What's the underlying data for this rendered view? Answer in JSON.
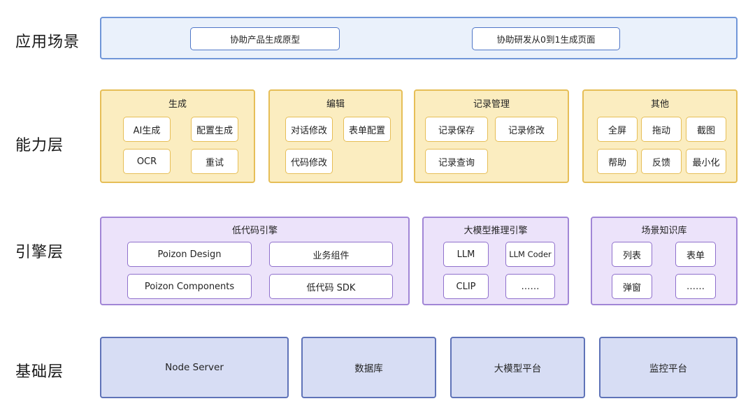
{
  "rows": {
    "app": "应用场景",
    "capability": "能力层",
    "engine": "引擎层",
    "foundation": "基础层"
  },
  "app_scenarios": [
    "协助产品生成原型",
    "协助研发从0到1生成页面"
  ],
  "capability_groups": [
    {
      "title": "生成",
      "items": [
        "AI生成",
        "配置生成",
        "OCR",
        "重试"
      ]
    },
    {
      "title": "编辑",
      "items": [
        "对话修改",
        "表单配置",
        "代码修改"
      ]
    },
    {
      "title": "记录管理",
      "items": [
        "记录保存",
        "记录修改",
        "记录查询"
      ]
    },
    {
      "title": "其他",
      "items": [
        "全屏",
        "拖动",
        "截图",
        "帮助",
        "反馈",
        "最小化"
      ]
    }
  ],
  "engine_groups": [
    {
      "title": "低代码引擎",
      "items": [
        "Poizon Design",
        "业务组件",
        "Poizon Components",
        "低代码 SDK"
      ]
    },
    {
      "title": "大模型推理引擎",
      "items": [
        "LLM",
        "LLM Coder",
        "CLIP",
        "……"
      ]
    },
    {
      "title": "场景知识库",
      "items": [
        "列表",
        "表单",
        "弹窗",
        "……"
      ]
    }
  ],
  "foundation_items": [
    "Node Server",
    "数据库",
    "大模型平台",
    "监控平台"
  ]
}
